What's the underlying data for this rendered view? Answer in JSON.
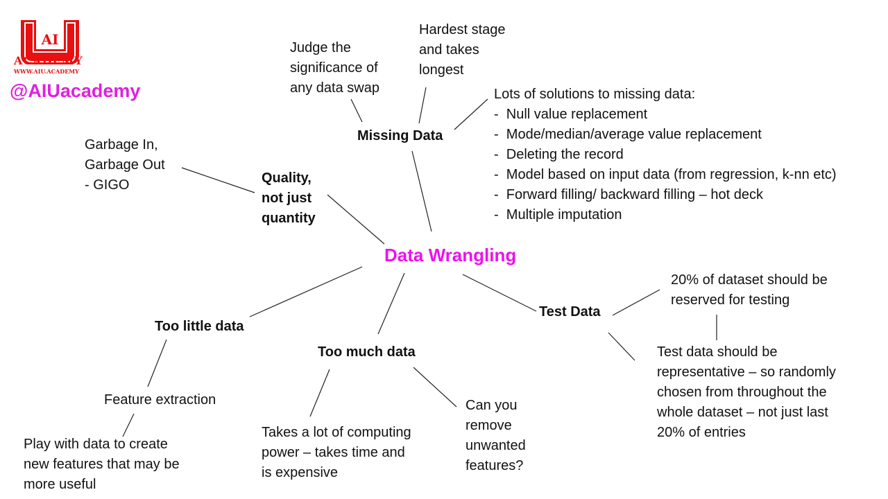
{
  "logo": {
    "mark": "AIU",
    "name": "ACADEMY",
    "url": "WWW.AIU.ACADEMY",
    "handle": "@AIUacademy",
    "colors": {
      "logo_red": "#e81010",
      "handle_magenta": "#e020e0"
    }
  },
  "center": {
    "label": "Data Wrangling",
    "color": "#ee10ee"
  },
  "branches": {
    "missing_data": {
      "label": "Missing Data",
      "notes": {
        "judge": [
          "Judge the",
          "significance of",
          "any data swap"
        ],
        "hardest": [
          "Hardest stage",
          "and takes",
          "longest"
        ],
        "solutions_title": "Lots of solutions to missing data:",
        "solutions": [
          "Null value replacement",
          "Mode/median/average value replacement",
          "Deleting the record",
          "Model based on input data (from regression, k-nn etc)",
          "Forward filling/ backward filling – hot deck",
          "Multiple imputation"
        ]
      }
    },
    "quality": {
      "label": [
        "Quality,",
        "not just",
        "quantity"
      ],
      "note": [
        "Garbage In,",
        "Garbage Out",
        "- GIGO"
      ]
    },
    "test_data": {
      "label": "Test Data",
      "note1": [
        "20% of dataset should be",
        "reserved for testing"
      ],
      "note2": [
        "Test data should be",
        "representative – so randomly",
        "chosen from throughout the",
        "whole dataset – not just last",
        "20% of entries"
      ]
    },
    "too_little": {
      "label": "Too little data",
      "child": "Feature extraction",
      "grandchild": [
        "Play with data to create",
        "new features that may be",
        "more useful"
      ]
    },
    "too_much": {
      "label": "Too much data",
      "note1": [
        "Takes a lot of computing",
        "power – takes time and",
        "is expensive"
      ],
      "note2": [
        "Can you",
        "remove",
        "unwanted",
        "features?"
      ]
    }
  }
}
